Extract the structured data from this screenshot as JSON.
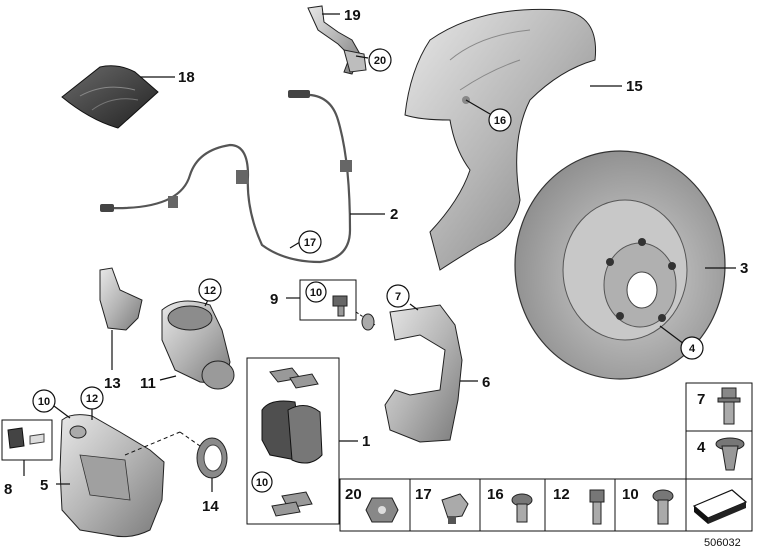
{
  "callouts": {
    "c1": "1",
    "c2": "2",
    "c3": "3",
    "c4": "4",
    "c5": "5",
    "c6": "6",
    "c7": "7",
    "c8": "8",
    "c9": "9",
    "c10": "10",
    "c11": "11",
    "c12": "12",
    "c13": "13",
    "c14": "14",
    "c15": "15",
    "c16": "16",
    "c17": "17",
    "c18": "18",
    "c19": "19",
    "c20": "20"
  },
  "circled": {
    "c20_top": "20",
    "c16_shield": "16",
    "c17_wire": "17",
    "c12_actuator": "12",
    "c10_bolt": "10",
    "c7_carrier": "7",
    "c4_disc": "4",
    "c10_caliper": "10",
    "c12_caliper": "12",
    "c10_pads": "10"
  },
  "parts_strip": {
    "items": [
      "20",
      "17",
      "16",
      "12",
      "10"
    ]
  },
  "side_panel": {
    "items": [
      "7",
      "4"
    ]
  },
  "reference_number": "506032"
}
